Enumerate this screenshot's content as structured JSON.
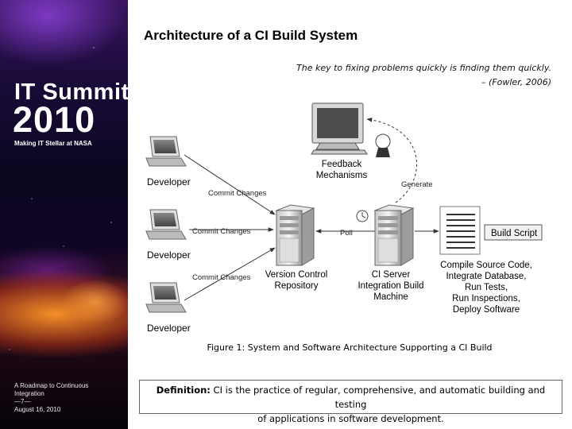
{
  "sidebar": {
    "brand_title": "IT Summit",
    "brand_year": "2010",
    "tagline": "Making IT Stellar at NASA",
    "footer_lines": [
      "A Roadmap to Continuous",
      "Integration",
      "—7—",
      "August 16, 2010"
    ]
  },
  "slide": {
    "title": "Architecture of a CI Build System",
    "quote_text": "The key to fixing problems quickly is finding them quickly.",
    "quote_attribution": "– (Fowler, 2006)"
  },
  "diagram": {
    "developers": [
      "Developer",
      "Developer",
      "Developer"
    ],
    "commit_labels": [
      "Commit Changes",
      "Commit Changes",
      "Commit Changes"
    ],
    "feedback_label": [
      "Feedback",
      "Mechanisms"
    ],
    "generate_label": "Generate",
    "poll_label": "Poll",
    "vcs_label": [
      "Version Control",
      "Repository"
    ],
    "ci_label": [
      "CI Server",
      "Integration Build",
      "Machine"
    ],
    "build_script_label": "Build Script",
    "build_steps": [
      "Compile Source Code,",
      "Integrate Database,",
      "Run Tests,",
      "Run Inspections,",
      "Deploy Software"
    ]
  },
  "caption": "Figure 1:  System and Software Architecture Supporting a CI Build",
  "definition": {
    "term": "Definition:",
    "text_line1": " CI is the practice of regular, comprehensive, and automatic building and testing",
    "text_line2": "of applications in software development."
  }
}
